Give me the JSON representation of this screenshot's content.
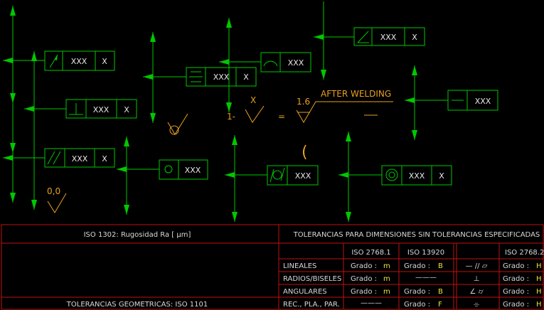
{
  "callouts": {
    "angularity": [
      "XXX",
      "X"
    ],
    "runout": [
      "XXX",
      "X"
    ],
    "profile": "XXX",
    "symmetry": [
      "XXX",
      "X"
    ],
    "perpendicular": [
      "XXX",
      "X"
    ],
    "straightness": "XXX",
    "parallel": [
      "XXX",
      "X"
    ],
    "position": "XXX",
    "cylindricity": "XXX",
    "concentricity": [
      "XXX",
      "X"
    ]
  },
  "annotations": {
    "x_label": "X",
    "one_dash": "1-",
    "equals": "=",
    "roughness_value": "1.6",
    "after_welding": "AFTER WELDING",
    "paren": "(",
    "zero_value": "0,0"
  },
  "table": {
    "iso1302": "ISO 1302: Rugosidad Ra [ µm]",
    "geometric": "TOLERANCIAS GEOMETRICAS: ISO 1101",
    "tolerancias_title": "TOLERANCIAS PARA DIMENSIONES SIN TOLERANCIAS ESPECIFICADAS",
    "headers": [
      "ISO 2768.1",
      "ISO 13920",
      "ISO 2768.2"
    ],
    "rows": [
      {
        "label": "LINEALES",
        "c1": "Grado :",
        "v1": "m",
        "c2": "Grado :",
        "v2": "B",
        "sym": "— // ▱",
        "c3": "Grado :",
        "v3": "H"
      },
      {
        "label": "RADIOS/BISELES",
        "c1": "Grado :",
        "v1": "m",
        "c2": "———",
        "v2": "",
        "sym": "⊥",
        "c3": "Grado :",
        "v3": "H"
      },
      {
        "label": "ANGULARES",
        "c1": "Grado :",
        "v1": "m",
        "c2": "Grado :",
        "v2": "B",
        "sym": "∠ ⌭",
        "c3": "Grado :",
        "v3": "H"
      },
      {
        "label": "REC., PLA., PAR.",
        "c1": "———",
        "v1": "",
        "c2": "Grado :",
        "v2": "F",
        "sym": "⌯",
        "c3": "Grado :",
        "v3": "H"
      }
    ]
  },
  "colors": {
    "background": "#000000",
    "geometry": "#00c800",
    "frame_text": "#e6e6e6",
    "annotation": "#e8a020",
    "table_border": "#c01010",
    "grade_value": "#f0e040"
  }
}
